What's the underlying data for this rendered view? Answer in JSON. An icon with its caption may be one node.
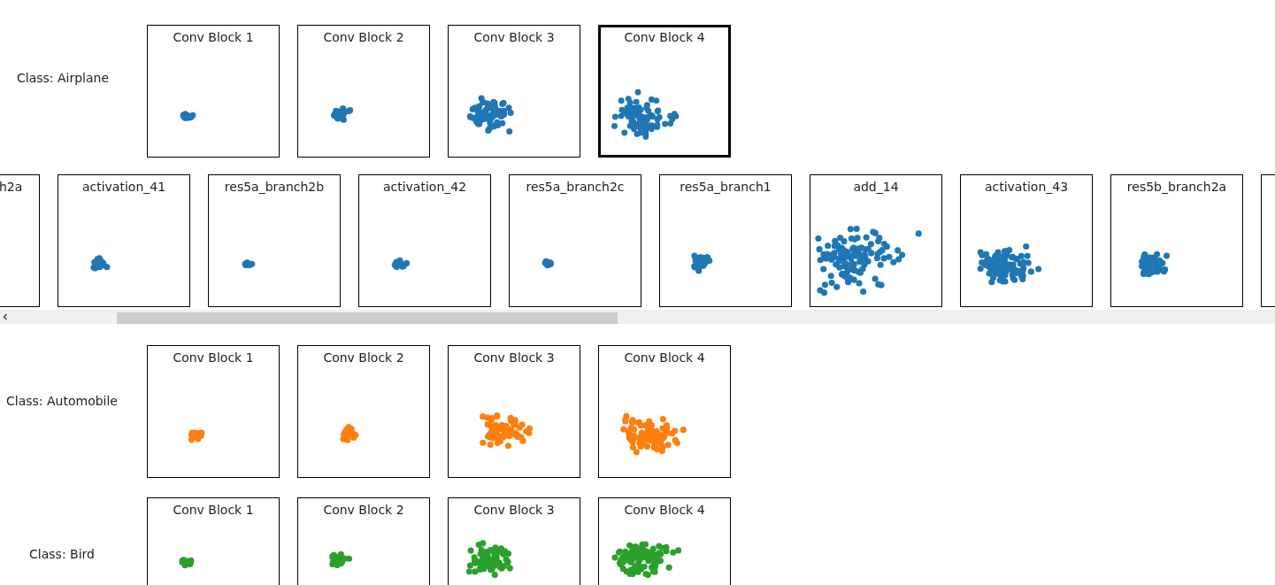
{
  "diagram": {
    "nodes": [
      {
        "text": [
          "Conv Block 1"
        ]
      },
      {
        "text": [
          "Conv Block 2"
        ]
      },
      {
        "text": [
          "Conv Block 3"
        ]
      },
      {
        "text": [
          "Conv Block 4"
        ]
      },
      {
        "text": [
          "h2a"
        ]
      },
      {
        "text": [
          "activation_41"
        ]
      },
      {
        "text": [
          "res5a_branch2b"
        ]
      },
      {
        "text": [
          "activation_42"
        ]
      },
      {
        "text": [
          "res5a_branch2c"
        ]
      },
      {
        "text": [
          "res5a_branch1"
        ]
      },
      {
        "text": [
          "add_14"
        ]
      },
      {
        "text": [
          "activation_43"
        ]
      },
      {
        "text": [
          "res5b_branch2a"
        ]
      },
      {
        "text": [],
        "shape": "box"
      },
      {
        "text": [
          "Conv Block 1"
        ]
      },
      {
        "text": [
          "Conv Block 2"
        ]
      },
      {
        "text": [
          "Conv Block 3"
        ]
      },
      {
        "text": [
          "Conv Block 4"
        ]
      },
      {
        "text": [
          "Conv Block 1"
        ]
      },
      {
        "text": [
          "Conv Block 2"
        ]
      },
      {
        "text": [
          "Conv Block 3"
        ]
      },
      {
        "text": [
          "Conv Block 4"
        ]
      }
    ],
    "edges": [],
    "labels": [
      "Class: Airplane",
      "Class: Automobile",
      "Class: Bird"
    ]
  }
}
